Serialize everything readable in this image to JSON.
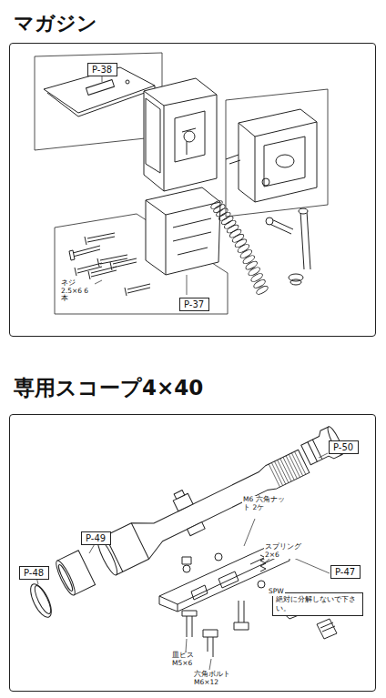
{
  "diagram": {
    "nodes": [
      {
        "text": [
          "マガジン"
        ]
      },
      {
        "text": [
          "P-38"
        ],
        "in": 0
      },
      {
        "text": [
          "P-37"
        ],
        "in": 0
      },
      {
        "text": [
          "専用スコープ4×40"
        ]
      },
      {
        "text": [
          "P-50"
        ],
        "in": 3
      },
      {
        "text": [
          "P-49"
        ],
        "in": 3
      },
      {
        "text": [
          "P-48"
        ],
        "in": 3
      },
      {
        "text": [
          "P-47"
        ],
        "in": 3
      },
      {
        "text": [
          "絶対に分解しないで下さい。"
        ],
        "in": 3
      }
    ],
    "labels": [
      "ネジ 2.5×6 6本",
      "M6 六角ナット 2ケ",
      "スプリング 2×6",
      "SPW",
      "皿ビス M5×6",
      "六角ボルト M6×12"
    ]
  }
}
